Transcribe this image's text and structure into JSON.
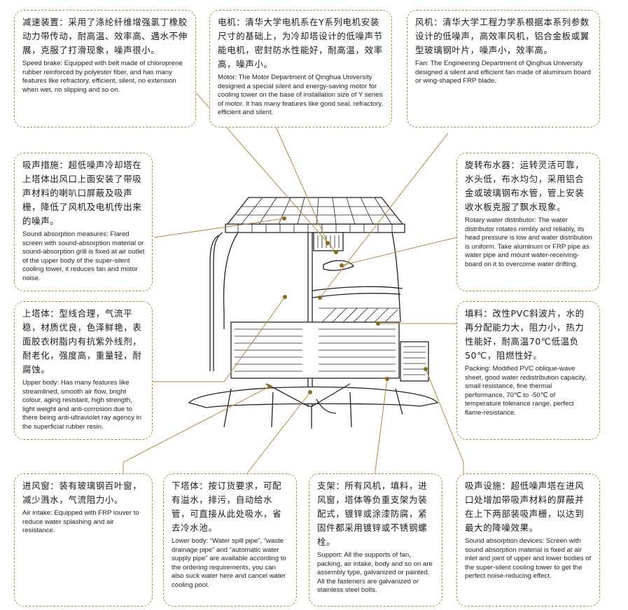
{
  "callouts": {
    "speed_brake": {
      "zh": "减速装置：采用了涤纶纤维增强氯丁橡胶动力带传动，耐高温、效率高、遇水不伸展，克服了打滑现象，噪声很小。",
      "en": "Speed brake: Equipped with belt made of chloroprene rubber reinforced by polyester fiber, and has many features like refractory, efficient, silent, no extension when wet, no slipping and so on."
    },
    "motor": {
      "zh": "电机：清华大学电机系在Y系列电机安装尺寸的基础上，为冷却塔设计的低噪声节能电机，密封防水性能好，耐高温，效率高，噪声小。",
      "en": "Motor: The Motor Department of Qinghua University designed a special silent and energy-saving motor for cooling tower on the base of installation size of Y series of motor. It has many features like good seal, refractory, efficient and silent."
    },
    "fan": {
      "zh": "风机：清华大学工程力学系根据本系列参数设计的低噪声，高效率风机，铝合金板或翼型玻璃钢叶片，噪声小，效率高。",
      "en": "Fan: The Engineering Department of Qinghua University designed a silent and efficient fan made of aluminum board or wing-shaped FRP blade."
    },
    "sound_measures": {
      "zh": "吸声措施：超低噪声冷却塔在上塔体出风口上面安装了带吸声材料的喇叭口屏蔽及吸声栅，降低了风机及电机传出来的噪声。",
      "en": "Sound absorption measures: Flared screen with sound-absorption material or sound-absorption grill is fixed at air outlet of the upper body of the super-silent cooling tower, it reduces fan and motor noise."
    },
    "distributor": {
      "zh": "旋转布水器：运转灵活可靠，水头低，布水均匀，采用铝合金或玻璃钢布水管，管上安装收水板克服了飘水现象。",
      "en": "Rotary water distributor: The water distributor rotates nimbly and reliably, its head pressure is low and water distribution is uniform. Take aluminum or FRP pipe as water pipe and mount water-receiving-board on it to overcome water drifting."
    },
    "upper_body": {
      "zh": "上塔体：型线合理，气流平稳，材质优良，色泽鲜艳，表面胶衣树脂内有抗紫外线剂，耐老化，强度高，重量轻，耐腐蚀。",
      "en": "Upper body: Has many features like streamlined, smooth air flow, bright colour, aging resistant, high strength, light weight and anti-corrosion due to there being anti-ultraviolet ray agency in the superficial rubber resin."
    },
    "packing": {
      "zh": "填料：改性PVC斜波片，水的再分配能力大，阻力小，热力性能好，耐高温70℃低温负50℃，阻燃性好。",
      "en": "Packing: Modified PVC oblique-wave sheet, good water redistribution capacity, small resistance, fine thermal performance, 70℃ to -50℃ of temperature tolerance range, perfect flame-resistance."
    },
    "air_intake": {
      "zh": "进风窗：装有玻璃钢百叶窗，减少溅水，气流阻力小。",
      "en": "Air intake: Equipped with FRP louver to reduce water splashing and air resistance."
    },
    "lower_body": {
      "zh": "下塔体：按订货要求，可配有溢水，排污，自动给水管，可直接从此处吸水，省去冷水池。",
      "en": "Lower body: “Water spill pipe”, “waste drainage pipe” and “automatic water supply pipe” are available according to the ordering requirements, you can also suck water here and cancel water cooling pool."
    },
    "support": {
      "zh": "支架：所有风机，填料，进风窗，塔体等负重支架为装配式，镀锌或涂漆防腐，紧固件都采用镀锌或不锈钢螺栓。",
      "en": "Support: All the supports of fan, packing, air intake, body and so on are assembly type, galvanized or painted. All the fasteners are galvanized or stainless steel bolts."
    },
    "sound_devices": {
      "zh": "吸声设施：超低噪声塔在进风口处增加带吸声材料的屏蔽并在上下两部装吸声栅，以达到最大的降噪效果。",
      "en": "Sound absorption devices: Screen with sound absorption material is fixed at air inlet and joint of upper and lower bodies of the super-silent cooling tower to get the perfect noise-reducing effect."
    }
  },
  "colors": {
    "border": "#b08a3c",
    "leader": "#b08a3c",
    "marker": "#8a6a1f",
    "drawing": "#222222"
  }
}
